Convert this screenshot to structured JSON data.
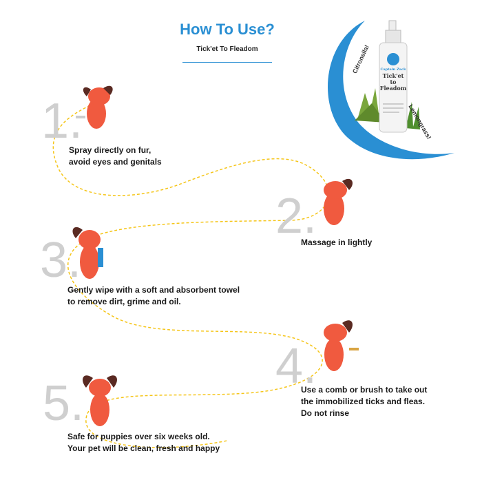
{
  "header": {
    "title": "How To Use?",
    "subtitle": "Tick'et To Fleadom"
  },
  "product": {
    "brand": "Captain Zack",
    "name_line1": "Tick'et to",
    "name_line2": "Fleadom",
    "ingredient_left": "Citronella!",
    "ingredient_right": "Lemongrass!"
  },
  "steps": [
    {
      "number": "1.",
      "lines": [
        "Spray directly on fur,",
        "avoid eyes and genitals"
      ]
    },
    {
      "number": "2.",
      "lines": [
        "Massage in lightly"
      ]
    },
    {
      "number": "3.",
      "lines": [
        "Gently wipe with a soft and absorbent  towel",
        "to remove dirt, grime and oil."
      ]
    },
    {
      "number": "4.",
      "lines": [
        "Use a comb or brush to take out",
        "the immobilized ticks and fleas.",
        "Do not rinse"
      ]
    },
    {
      "number": "5.",
      "lines": [
        "Safe for puppies over six weeks old.",
        "Your pet will be clean, fresh and happy"
      ]
    }
  ],
  "colors": {
    "accent_blue": "#2a8fd3",
    "dog_orange": "#f05a3f",
    "dog_ear": "#5a2a22",
    "path_yellow": "#f5c518",
    "number_gray": "#cfcfcf"
  }
}
